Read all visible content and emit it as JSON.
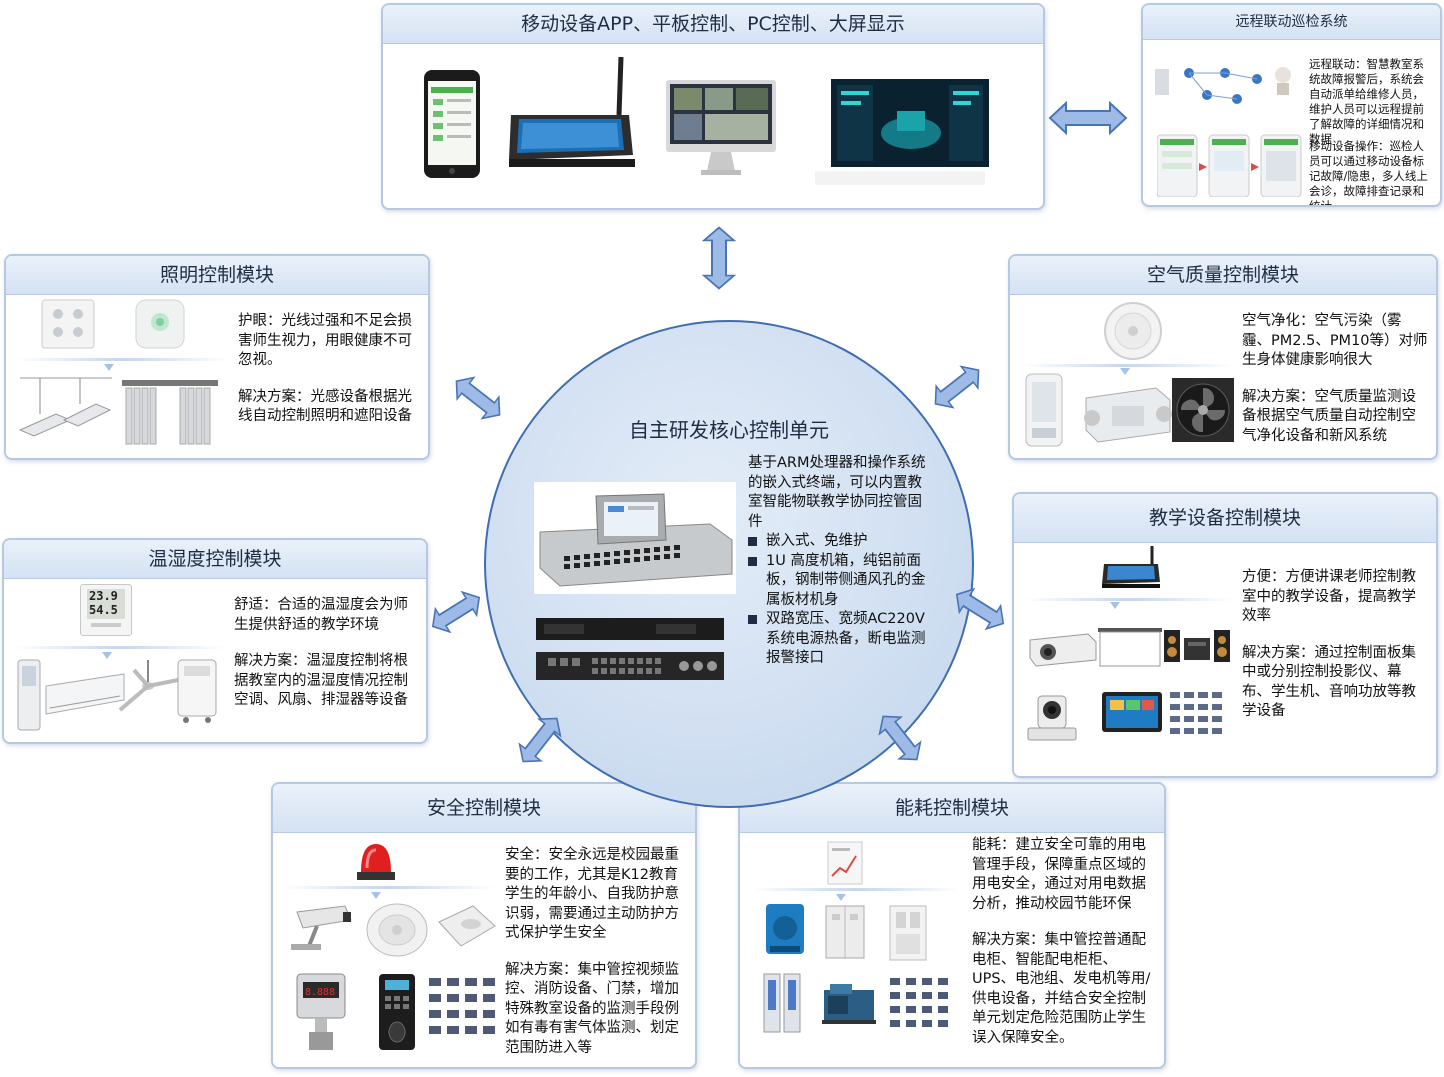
{
  "top_panel": {
    "title": "移动设备APP、平板控制、PC控制、大屏显示"
  },
  "remote_panel": {
    "title": "远程联动巡检系统",
    "para1": "远程联动：智慧教室系统故障报警后，系统会自动派单给维修人员，维护人员可以远程提前了解故障的详细情况和数据",
    "para2": "移动设备操作：巡检人员可以通过移动设备标记故障/隐患，多人线上会诊，故障排查记录和统计"
  },
  "lighting": {
    "title": "照明控制模块",
    "p1": "护眼：光线过强和不足会损害师生视力，用眼健康不可忽视。",
    "p2": "解决方案：光感设备根据光线自动控制照明和遮阳设备"
  },
  "air": {
    "title": "空气质量控制模块",
    "p1": "空气净化：空气污染（雾霾、PM2.5、PM10等）对师生身体健康影响很大",
    "p2": "解决方案：空气质量监测设备根据空气质量自动控制空气净化设备和新风系统"
  },
  "humidity": {
    "title": "温湿度控制模块",
    "p1": "舒适：合适的温湿度会为师生提供舒适的教学环境",
    "p2": "解决方案：温湿度控制将根据教室内的温湿度情况控制空调、风扇、排湿器等设备",
    "display_top": "23.9",
    "display_bottom": "54.5"
  },
  "teaching": {
    "title": "教学设备控制模块",
    "p1": "方便：方便讲课老师控制教室中的教学设备，提高教学效率",
    "p2": "解决方案：通过控制面板集中或分别控制投影仪、幕布、学生机、音响功放等教学设备"
  },
  "security": {
    "title": "安全控制模块",
    "p1": "安全：安全永远是校园最重要的工作，尤其是K12教育学生的年龄小、自我防护意识弱，需要通过主动防护方式保护学生安全",
    "p2": "解决方案：集中管控视频监控、消防设备、门禁，增加特殊教室设备的监测手段例如有毒有害气体监测、划定范围防进入等",
    "meter": "8.888"
  },
  "energy": {
    "title": "能耗控制模块",
    "p1": "能耗：建立安全可靠的用电管理手段，保障重点区域的用电安全，通过对用电数据分析，推动校园节能环保",
    "p2": "解决方案：集中管控普通配电柜、智能配电柜柜、UPS、电池组、发电机等用/供电设备，并结合安全控制单元划定危险范围防止学生误入保障安全。"
  },
  "core": {
    "title": "自主研发核心控制单元",
    "intro": "基于ARM处理器和操作系统的嵌入式终端，可以内置教室智能物联教学协同控管固件",
    "bullets": [
      "嵌入式、免维护",
      "1U 高度机箱，纯铝前面板，钢制带侧通风孔的金属板材机身",
      "双路宽压、宽频AC220V 系统电源热备，断电监测报警接口"
    ]
  },
  "colors": {
    "panel_border": "#b7c9e2",
    "header_bg": "#d4e2f3",
    "circle_fill": "#ccdcf0",
    "circle_border": "#3f6db1",
    "arrow_fill": "#9dbbe6",
    "arrow_stroke": "#4a74b4"
  }
}
